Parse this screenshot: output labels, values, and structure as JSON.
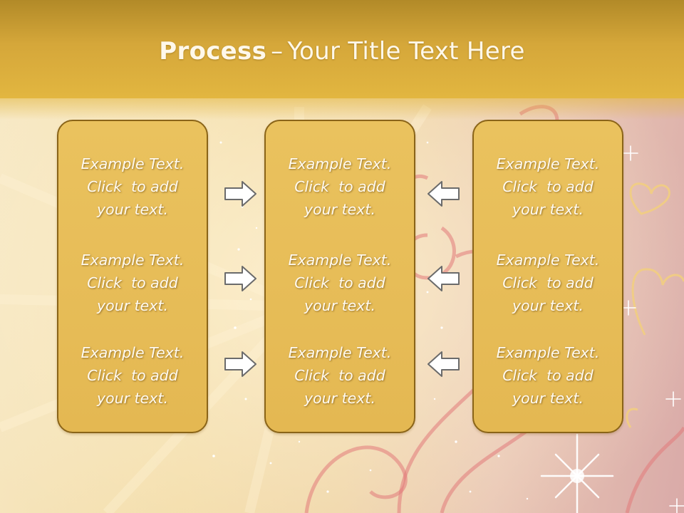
{
  "slide": {
    "title_bold": "Process",
    "title_separator": "–",
    "title_rest": "Your Title Text Here"
  },
  "columns": [
    {
      "items": [
        {
          "line1": "Example Text.",
          "line2": "Click  to add",
          "line3": "your text."
        },
        {
          "line1": "Example Text.",
          "line2": "Click  to add",
          "line3": "your text."
        },
        {
          "line1": "Example Text.",
          "line2": "Click  to add",
          "line3": "your text."
        }
      ]
    },
    {
      "items": [
        {
          "line1": "Example Text.",
          "line2": "Click  to add",
          "line3": "your text."
        },
        {
          "line1": "Example Text.",
          "line2": "Click  to add",
          "line3": "your text."
        },
        {
          "line1": "Example Text.",
          "line2": "Click  to add",
          "line3": "your text."
        }
      ]
    },
    {
      "items": [
        {
          "line1": "Example Text.",
          "line2": "Click  to add",
          "line3": "your text."
        },
        {
          "line1": "Example Text.",
          "line2": "Click  to add",
          "line3": "your text."
        },
        {
          "line1": "Example Text.",
          "line2": "Click  to add",
          "line3": "your text."
        }
      ]
    }
  ],
  "arrows": {
    "left_group": [
      "right-arrow-icon",
      "right-arrow-icon",
      "right-arrow-icon"
    ],
    "right_group": [
      "left-arrow-icon",
      "left-arrow-icon",
      "left-arrow-icon"
    ]
  },
  "colors": {
    "title_bar": "#d5a73a",
    "box_fill": "#e8be5a",
    "box_border": "#8a6418",
    "text": "#fffaf0"
  }
}
